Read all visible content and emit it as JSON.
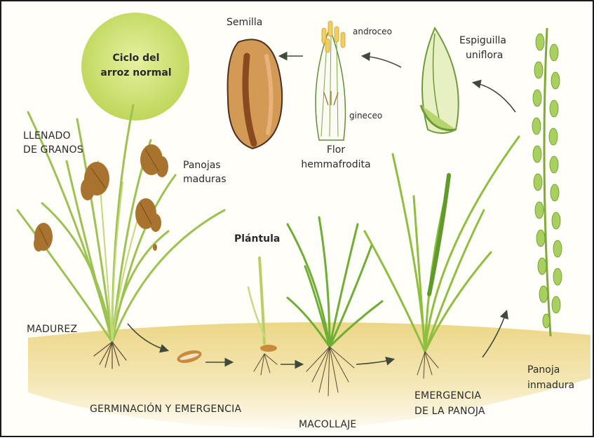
{
  "title": {
    "line1": "Ciclo del",
    "line2": "arroz normal"
  },
  "stages": {
    "llenado": {
      "line1": "LLENADO",
      "line2": "DE GRANOS"
    },
    "panojas_maduras": {
      "line1": "Panojas",
      "line2": "maduras"
    },
    "madurez": "MADUREZ",
    "germinacion": "GERMINACIÓN Y EMERGENCIA",
    "plantula": "Plántula",
    "macollaje": "MACOLLAJE",
    "emergencia_panoja": {
      "line1": "EMERGENCIA",
      "line2": "DE LA PANOJA"
    },
    "panoja_inmadura": {
      "line1": "Panoja",
      "line2": "inmadura"
    },
    "semilla": "Semilla",
    "androceo": "androceo",
    "gineceo": "gineceo",
    "flor": {
      "line1": "Flor",
      "line2": "hemmafrodita"
    },
    "espiguilla": {
      "line1": "Espiguilla",
      "line2": "uniflora"
    }
  },
  "colors": {
    "frame": "#1a1a1a",
    "title_circle": "#cfe27a",
    "ground": "#eedc8e",
    "leaf": "#8fbf3f",
    "leaf_dark": "#5f9a2a",
    "panicle": "#a8722f",
    "seed": "#c98a3c",
    "arrow": "#3f4a3a",
    "text": "#2a2a2a"
  }
}
